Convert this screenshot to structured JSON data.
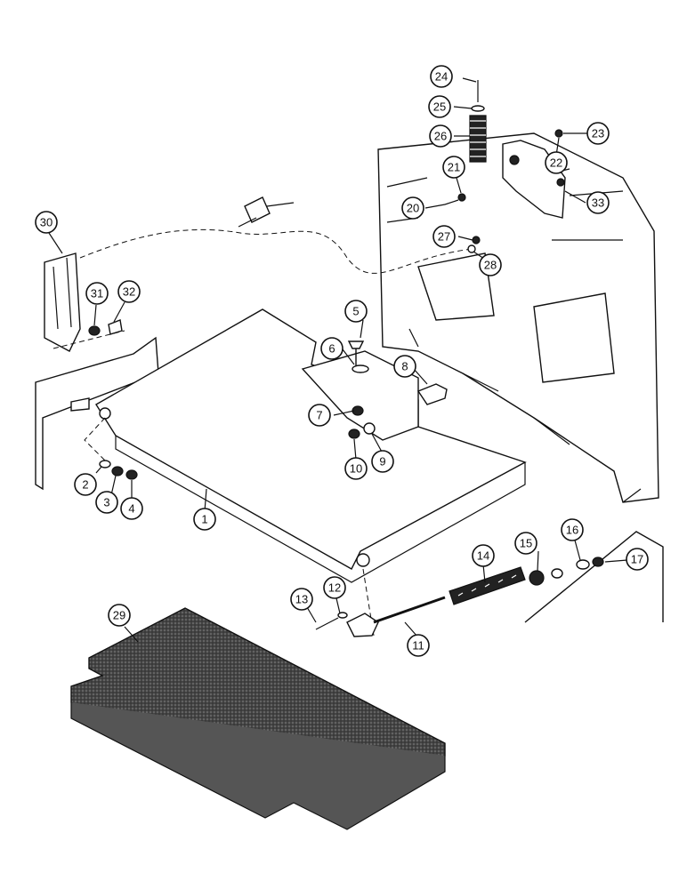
{
  "diagram": {
    "callouts": [
      {
        "id": "1",
        "label": "1"
      },
      {
        "id": "2",
        "label": "2"
      },
      {
        "id": "3",
        "label": "3"
      },
      {
        "id": "4",
        "label": "4"
      },
      {
        "id": "5",
        "label": "5"
      },
      {
        "id": "6",
        "label": "6"
      },
      {
        "id": "7",
        "label": "7"
      },
      {
        "id": "8",
        "label": "8"
      },
      {
        "id": "9",
        "label": "9"
      },
      {
        "id": "10",
        "label": "10"
      },
      {
        "id": "11",
        "label": "11"
      },
      {
        "id": "12",
        "label": "12"
      },
      {
        "id": "13",
        "label": "13"
      },
      {
        "id": "14",
        "label": "14"
      },
      {
        "id": "15",
        "label": "15"
      },
      {
        "id": "16",
        "label": "16"
      },
      {
        "id": "17",
        "label": "17"
      },
      {
        "id": "20",
        "label": "20"
      },
      {
        "id": "21",
        "label": "21"
      },
      {
        "id": "22",
        "label": "22"
      },
      {
        "id": "23",
        "label": "23"
      },
      {
        "id": "24",
        "label": "24"
      },
      {
        "id": "25",
        "label": "25"
      },
      {
        "id": "26",
        "label": "26"
      },
      {
        "id": "27",
        "label": "27"
      },
      {
        "id": "28",
        "label": "28"
      },
      {
        "id": "29",
        "label": "29"
      },
      {
        "id": "30",
        "label": "30"
      },
      {
        "id": "31",
        "label": "31"
      },
      {
        "id": "32",
        "label": "32"
      },
      {
        "id": "33",
        "label": "33"
      }
    ]
  }
}
